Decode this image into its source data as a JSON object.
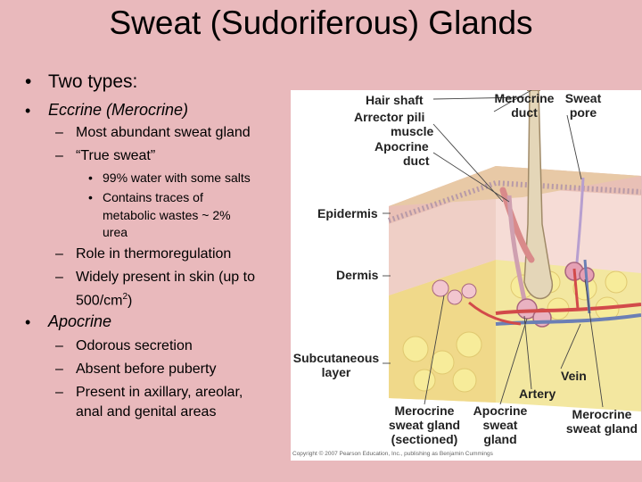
{
  "slide": {
    "title": "Sweat (Sudoriferous) Glands",
    "bullets": {
      "two_types": "Two types:",
      "eccrine": "Eccrine (Merocrine)",
      "eccrine_sub1": "Most abundant sweat gland",
      "eccrine_sub2": "“True sweat”",
      "eccrine_sub2_a": "99% water with some salts",
      "eccrine_sub2_b_line1": "Contains traces of",
      "eccrine_sub2_b_line2": "metabolic wastes ~ 2%",
      "eccrine_sub2_b_line3": "urea",
      "eccrine_sub3": "Role in thermoregulation",
      "eccrine_sub4_line1": "Widely present in skin (up to",
      "eccrine_sub4_line2_a": "500/cm",
      "eccrine_sub4_line2_sup": "2",
      "eccrine_sub4_line2_b": ")",
      "apocrine": "Apocrine",
      "apocrine_sub1": "Odorous secretion",
      "apocrine_sub2": "Absent before puberty",
      "apocrine_sub3_line1": "Present in axillary, areolar,",
      "apocrine_sub3_line2": "anal and genital areas"
    },
    "markers": {
      "level1": "•",
      "level2": "–",
      "level3": "•"
    }
  },
  "figure": {
    "labels": {
      "hair_shaft": "Hair shaft",
      "arrector_pili_1": "Arrector pili",
      "arrector_pili_2": "muscle",
      "apocrine_duct_1": "Apocrine",
      "apocrine_duct_2": "duct",
      "merocrine_duct_1": "Merocrine",
      "merocrine_duct_2": "duct",
      "sweat_pore_1": "Sweat",
      "sweat_pore_2": "pore",
      "epidermis": "Epidermis",
      "dermis": "Dermis",
      "subcutaneous_1": "Subcutaneous",
      "subcutaneous_2": "layer",
      "vein": "Vein",
      "artery": "Artery",
      "merocrine_sectioned_1": "Merocrine",
      "merocrine_sectioned_2": "sweat gland",
      "merocrine_sectioned_3": "(sectioned)",
      "apocrine_gland_1": "Apocrine",
      "apocrine_gland_2": "sweat",
      "apocrine_gland_3": "gland",
      "merocrine_gland_1": "Merocrine",
      "merocrine_gland_2": "sweat gland"
    },
    "copyright": "Copyright © 2007 Pearson Education, Inc., publishing as Benjamin Cummings"
  }
}
